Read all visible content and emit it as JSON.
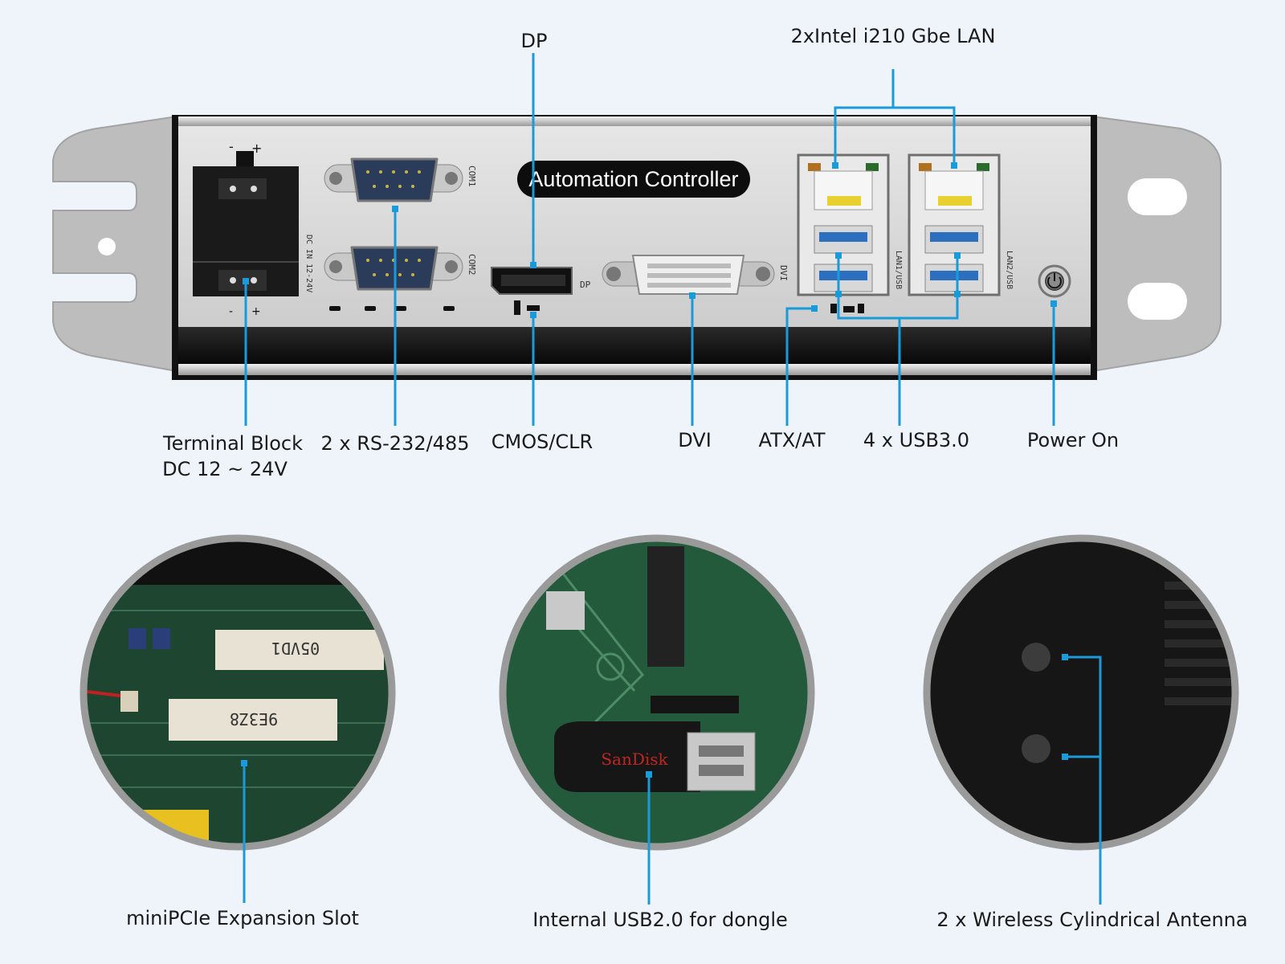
{
  "panel": {
    "badge": "Automation Controller",
    "port_marks": {
      "com1": "COM1",
      "com2": "COM2",
      "dp": "DP",
      "dvi": "DVI",
      "dc_in": "DC IN 12-24V",
      "lan1_usb": "LAN1/USB",
      "lan2_usb": "LAN2/USB"
    }
  },
  "callouts": {
    "dp": "DP",
    "lan": "2xIntel i210 Gbe LAN",
    "terminal_line1": "Terminal Block",
    "terminal_line2": "DC 12 ~ 24V",
    "rs232": "2 x RS-232/485",
    "cmos": "CMOS/CLR",
    "dvi": "DVI",
    "atx": "ATX/AT",
    "usb3": "4 x USB3.0",
    "power": "Power On",
    "minipcie": "miniPCIe Expansion Slot",
    "usb2": "Internal USB2.0 for dongle",
    "antenna": "2 x Wireless Cylindrical Antenna"
  },
  "closeups": {
    "slot_labels": [
      "05VD1",
      "9E3Z8"
    ],
    "dongle_brand": "SanDisk"
  },
  "colors": {
    "callout_line": "#1a9ad9",
    "background": "#eef4fa",
    "panel_face": "#d7d7d7",
    "bracket": "#b9b9b9",
    "pcb": "#1f4a34"
  },
  "icons": [
    "power-button-icon",
    "rj45-port-icon",
    "usb3-port-icon",
    "db9-connector-icon",
    "dvi-connector-icon",
    "displayport-connector-icon",
    "terminal-block-icon"
  ]
}
